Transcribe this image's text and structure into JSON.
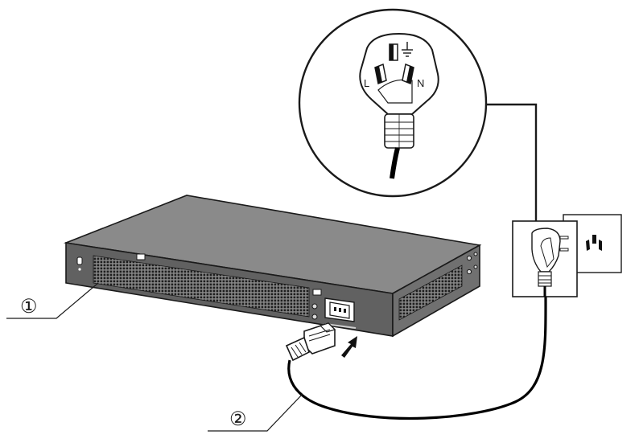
{
  "callouts": [
    {
      "number": "①"
    },
    {
      "number": "②"
    }
  ],
  "plug_pins": {
    "left": "L",
    "right": "N"
  },
  "colors": {
    "outline": "#1a1a1a",
    "switch_top": "#8a8a8a",
    "switch_front": "#5e5e5e",
    "switch_side": "#6e6e6e",
    "vent": "#222222",
    "cable": "#000000",
    "power_led_area": "#777777"
  },
  "icons": [
    "power-switch-icon",
    "power-plug-icon",
    "wall-socket-icon",
    "ground-symbol-icon",
    "insert-arrow-icon"
  ]
}
